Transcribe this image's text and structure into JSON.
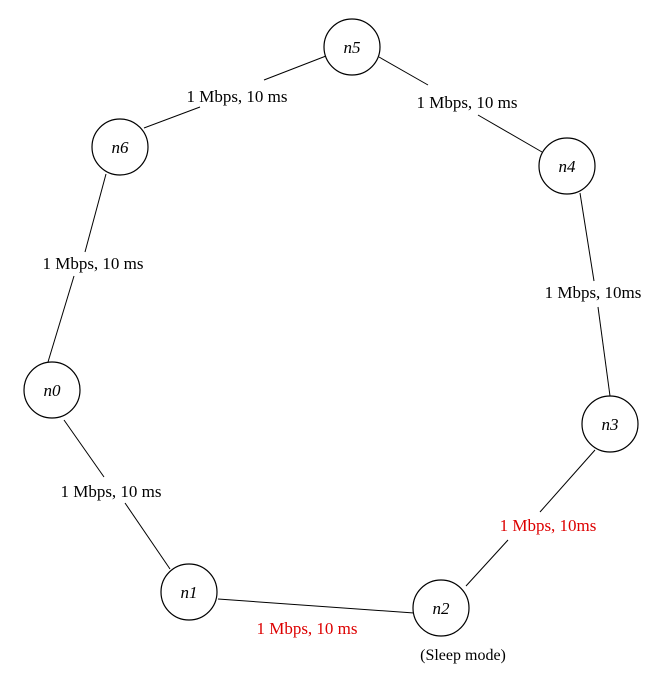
{
  "nodes": [
    {
      "id": "n0",
      "label": "n0"
    },
    {
      "id": "n1",
      "label": "n1"
    },
    {
      "id": "n2",
      "label": "n2"
    },
    {
      "id": "n3",
      "label": "n3"
    },
    {
      "id": "n4",
      "label": "n4"
    },
    {
      "id": "n5",
      "label": "n5"
    },
    {
      "id": "n6",
      "label": "n6"
    }
  ],
  "links": [
    {
      "from": "n5",
      "to": "n6",
      "label": "1 Mbps, 10 ms",
      "color": "#000000"
    },
    {
      "from": "n5",
      "to": "n4",
      "label": "1 Mbps, 10 ms",
      "color": "#000000"
    },
    {
      "from": "n6",
      "to": "n0",
      "label": "1 Mbps, 10 ms",
      "color": "#000000"
    },
    {
      "from": "n4",
      "to": "n3",
      "label": "1 Mbps, 10ms",
      "color": "#000000"
    },
    {
      "from": "n0",
      "to": "n1",
      "label": "1 Mbps, 10 ms",
      "color": "#000000"
    },
    {
      "from": "n3",
      "to": "n2",
      "label": "1 Mbps, 10ms",
      "color": "#dd0000"
    },
    {
      "from": "n1",
      "to": "n2",
      "label": "1 Mbps, 10 ms",
      "color": "#dd0000"
    }
  ],
  "notes": {
    "n2_status": "(Sleep mode)"
  }
}
